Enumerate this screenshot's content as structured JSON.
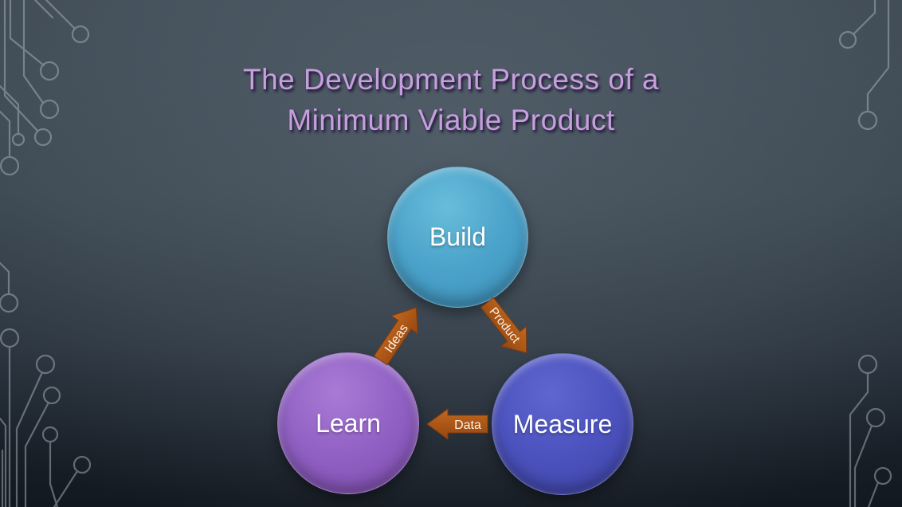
{
  "slide": {
    "title": {
      "line1": "The Development Process of a",
      "line2": "Minimum Viable Product",
      "color": "#c5a0dc"
    },
    "background": {
      "center_color": "#46525c",
      "edge_color": "#12181f",
      "decoration": "circuit-board-traces",
      "trace_color": "#aab6bf"
    }
  },
  "diagram": {
    "type": "cycle",
    "nodes": [
      {
        "id": "build",
        "label": "Build",
        "fill": "#4ba3cb",
        "text_color": "#ffffff"
      },
      {
        "id": "learn",
        "label": "Learn",
        "fill": "#9161c4",
        "text_color": "#ffffff"
      },
      {
        "id": "measure",
        "label": "Measure",
        "fill": "#4c53bf",
        "text_color": "#ffffff"
      }
    ],
    "connectors": [
      {
        "id": "ideas",
        "label": "Ideas",
        "from": "learn",
        "to": "build",
        "fill": "#b05a1e"
      },
      {
        "id": "product",
        "label": "Product",
        "from": "build",
        "to": "measure",
        "fill": "#b05a1e"
      },
      {
        "id": "data",
        "label": "Data",
        "from": "measure",
        "to": "learn",
        "fill": "#b05a1e"
      }
    ]
  }
}
